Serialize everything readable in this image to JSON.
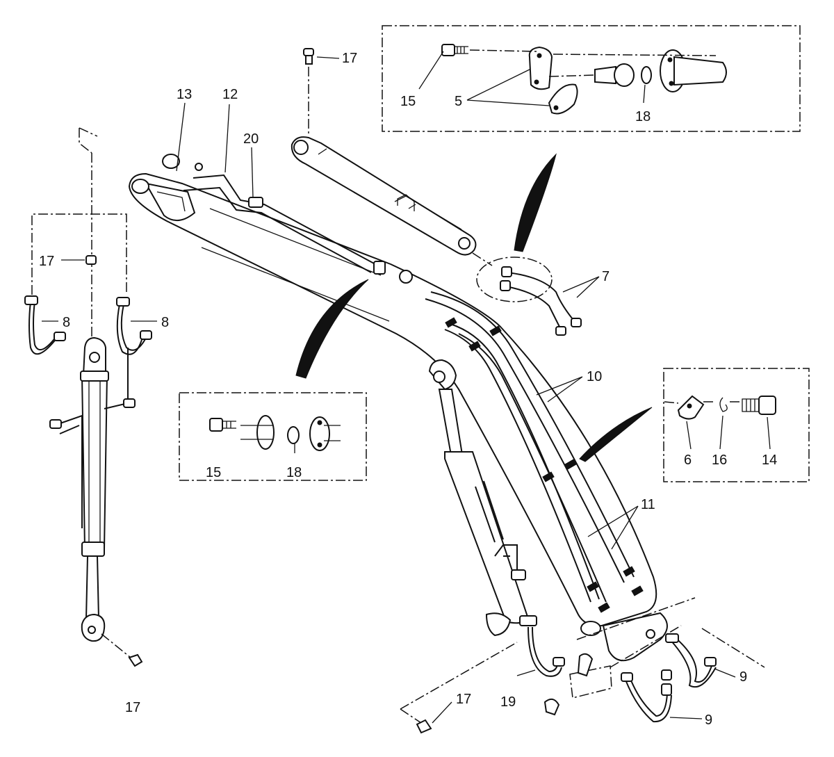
{
  "diagram": {
    "part_callouts": [
      {
        "id": "c17a",
        "text": "17"
      },
      {
        "id": "c15a",
        "text": "15"
      },
      {
        "id": "c5",
        "text": "5"
      },
      {
        "id": "c18a",
        "text": "18"
      },
      {
        "id": "c13",
        "text": "13"
      },
      {
        "id": "c12",
        "text": "12"
      },
      {
        "id": "c20",
        "text": "20"
      },
      {
        "id": "c7",
        "text": "7"
      },
      {
        "id": "c17b",
        "text": "17"
      },
      {
        "id": "c8a",
        "text": "8"
      },
      {
        "id": "c8b",
        "text": "8"
      },
      {
        "id": "c10",
        "text": "10"
      },
      {
        "id": "c6",
        "text": "6"
      },
      {
        "id": "c16",
        "text": "16"
      },
      {
        "id": "c14",
        "text": "14"
      },
      {
        "id": "c15b",
        "text": "15"
      },
      {
        "id": "c18b",
        "text": "18"
      },
      {
        "id": "c11",
        "text": "11"
      },
      {
        "id": "c17c",
        "text": "17"
      },
      {
        "id": "c17d",
        "text": "17"
      },
      {
        "id": "c19",
        "text": "19"
      },
      {
        "id": "c9a",
        "text": "9"
      },
      {
        "id": "c9b",
        "text": "9"
      }
    ]
  }
}
